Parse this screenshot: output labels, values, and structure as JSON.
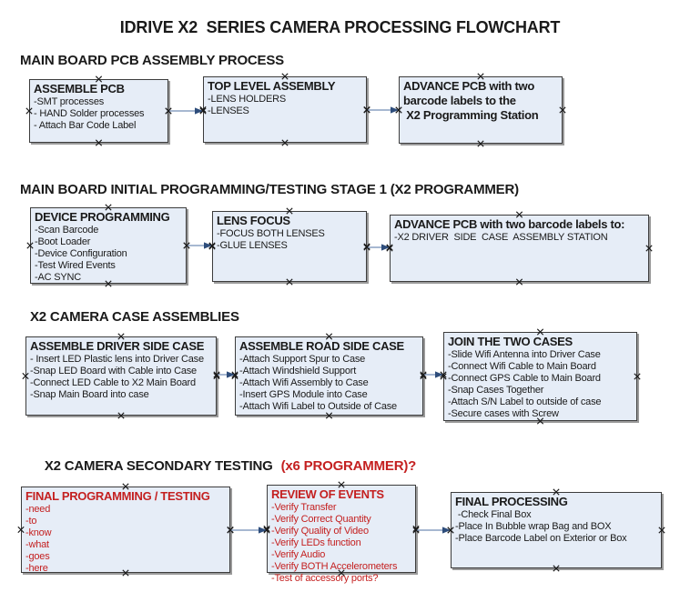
{
  "title": "IDRIVE X2  SERIES CAMERA PROCESSING FLOWCHART",
  "colors": {
    "background": "#ffffff",
    "text": "#1a1a1a",
    "red_text": "#c42020",
    "box_fill": "#e6edf7",
    "box_border": "#3c3c3c",
    "box_shadow": "#9a9a9a",
    "arrow_line": "#8aa0c2",
    "arrow_head": "#2e4d7b"
  },
  "sections": [
    {
      "header": "MAIN BOARD PCB ASSEMBLY PROCESS",
      "boxes": [
        {
          "title": "ASSEMBLE PCB",
          "lines": [
            "-SMT processes",
            "- HAND Solder processes",
            "- Attach Bar Code Label"
          ]
        },
        {
          "title": "TOP LEVEL ASSEMBLY",
          "lines": [
            "-LENS HOLDERS",
            "-LENSES"
          ]
        },
        {
          "title": "ADVANCE PCB with two\nbarcode labels to the\n X2 Programming Station",
          "lines": []
        }
      ]
    },
    {
      "header": "MAIN BOARD INITIAL PROGRAMMING/TESTING STAGE 1 (X2 PROGRAMMER)",
      "boxes": [
        {
          "title": "DEVICE PROGRAMMING",
          "lines": [
            "-Scan Barcode",
            "-Boot Loader",
            "-Device Configuration",
            "-Test Wired Events",
            "-AC SYNC"
          ]
        },
        {
          "title": "LENS FOCUS",
          "lines": [
            "-FOCUS BOTH LENSES",
            "-GLUE LENSES"
          ]
        },
        {
          "title": "ADVANCE PCB with two barcode labels to:",
          "lines": [
            "-X2 DRIVER  SIDE  CASE  ASSEMBLY STATION"
          ]
        }
      ]
    },
    {
      "header": "X2 CAMERA CASE ASSEMBLIES",
      "boxes": [
        {
          "title": "ASSEMBLE DRIVER SIDE CASE",
          "lines": [
            "- Insert LED Plastic lens into Driver Case",
            "-Snap LED Board with Cable into Case",
            "-Connect LED Cable to X2 Main Board",
            "-Snap Main Board into case"
          ]
        },
        {
          "title": "ASSEMBLE ROAD SIDE CASE",
          "lines": [
            "-Attach Support Spur to Case",
            "-Attach Windshield Support",
            "-Attach Wifi Assembly to Case",
            "-Insert GPS Module into Case",
            "-Attach Wifi Label to Outside of Case"
          ]
        },
        {
          "title": "JOIN THE TWO CASES",
          "lines": [
            "-Slide Wifi Antenna into Driver Case",
            "-Connect Wifi Cable to Main Board",
            "-Connect GPS Cable to Main Board",
            "-Snap Cases Together",
            "-Attach S/N Label to outside of case",
            "-Secure cases with Screw"
          ]
        }
      ]
    },
    {
      "header": "X2 CAMERA SECONDARY TESTING",
      "header_suffix": "(x6 PROGRAMMER)?",
      "boxes": [
        {
          "title": "FINAL PROGRAMMING / TESTING",
          "lines": [
            "-need",
            "-to",
            "-know",
            "-what",
            "-goes",
            "-here"
          ]
        },
        {
          "title": "REVIEW OF EVENTS",
          "lines": [
            "-Verify Transfer",
            "-Verify Correct Quantity",
            "-Verify Quality of Video",
            "-Verify LEDs function",
            "-Verify Audio",
            "-Verify BOTH Accelerometers",
            "-Test of accessory ports?"
          ]
        },
        {
          "title": "FINAL PROCESSING",
          "lines": [
            " -Check Final Box",
            "-Place In Bubble wrap Bag and BOX",
            "-Place Barcode Label on Exterior or Box"
          ]
        }
      ]
    }
  ]
}
